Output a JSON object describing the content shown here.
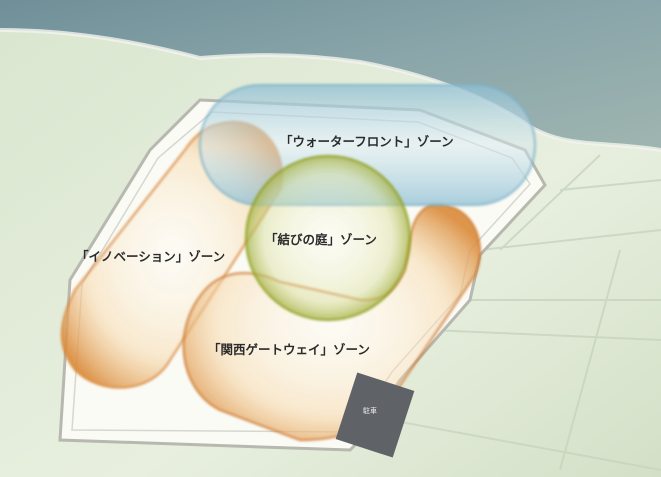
{
  "zones": {
    "waterfront": {
      "label": "「ウォーターフロント」ゾーン",
      "color": "#7fb3c9"
    },
    "musubi": {
      "label": "「結びの庭」ゾーン",
      "color": "#8f9f1c"
    },
    "innovation": {
      "label": "「イノベーション」ゾーン",
      "color": "#d98a3a"
    },
    "kansai_gateway": {
      "label": "「関西ゲートウェイ」ゾーン",
      "color": "#cf7b2e"
    }
  },
  "facility": {
    "label": "駐車"
  },
  "colors": {
    "sea": "#7d9aa0",
    "land": "#e4ecd8",
    "site": "#fbfbf5"
  }
}
